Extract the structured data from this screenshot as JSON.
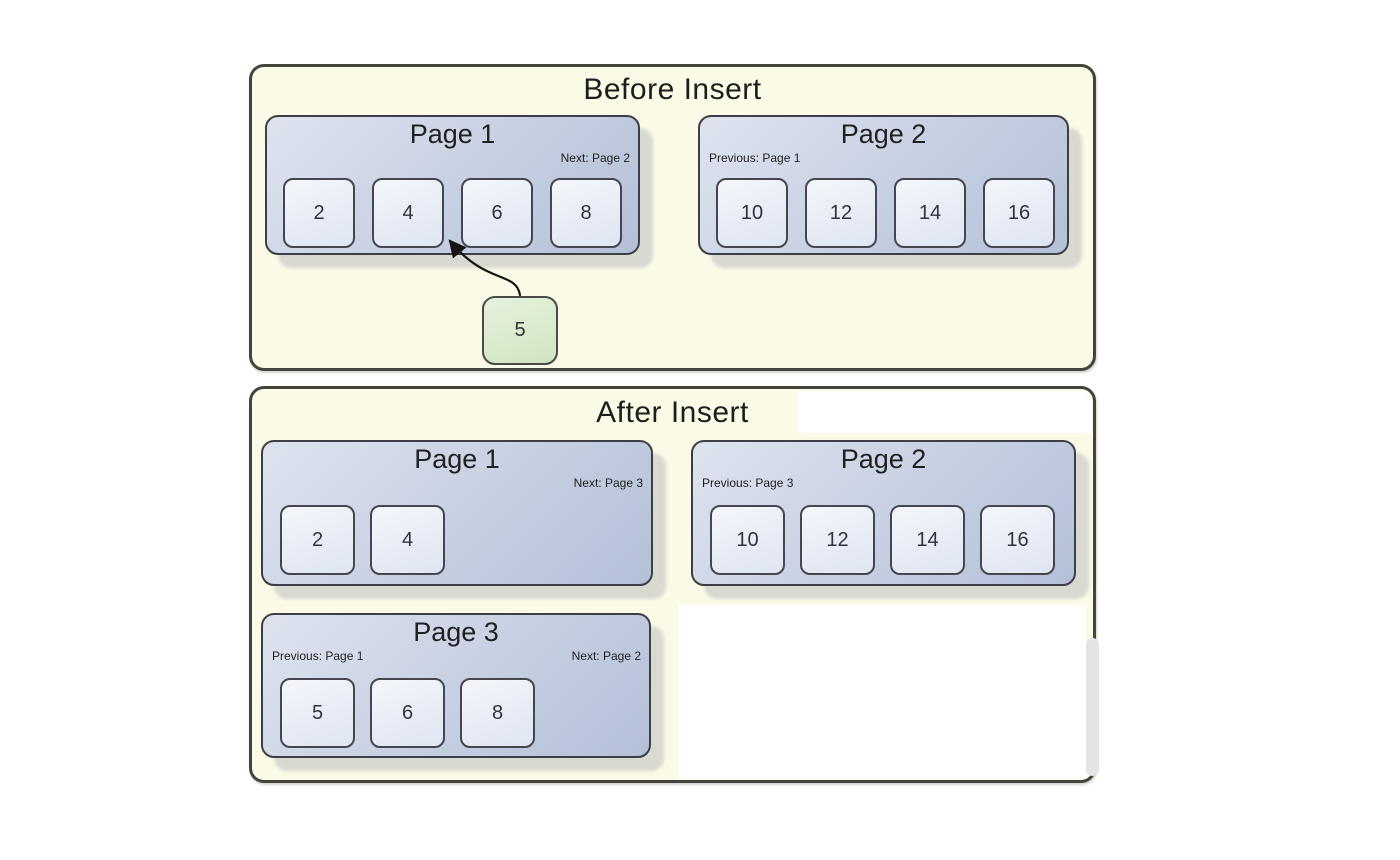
{
  "before": {
    "title": "Before Insert",
    "pages": [
      {
        "title": "Page 1",
        "next_label": "Next: Page 2",
        "cells": [
          "2",
          "4",
          "6",
          "8"
        ]
      },
      {
        "title": "Page 2",
        "prev_label": "Previous: Page 1",
        "cells": [
          "10",
          "12",
          "14",
          "16"
        ]
      }
    ],
    "insert_value": "5"
  },
  "after": {
    "title": "After Insert",
    "pages": [
      {
        "title": "Page 1",
        "next_label": "Next: Page 3",
        "cells": [
          "2",
          "4"
        ]
      },
      {
        "title": "Page 2",
        "prev_label": "Previous: Page 3",
        "cells": [
          "10",
          "12",
          "14",
          "16"
        ]
      },
      {
        "title": "Page 3",
        "prev_label": "Previous: Page 1",
        "next_label": "Next: Page 2",
        "cells": [
          "5",
          "6",
          "8"
        ]
      }
    ]
  },
  "colors": {
    "panel_background": "#fbfae7",
    "page_box_top": "#dee3ef",
    "page_box_bottom": "#b4c0d8",
    "cell_background": "#edf1f8",
    "insert_box_background": "#d9eacd",
    "border_dark": "#3e3e46",
    "arrow": "#141414"
  }
}
